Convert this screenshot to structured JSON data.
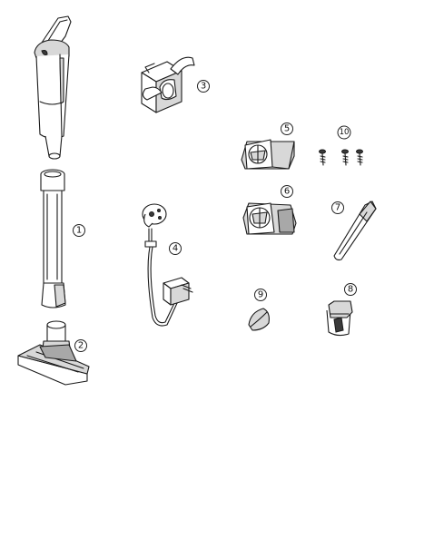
{
  "callouts": {
    "c1": "1",
    "c2": "2",
    "c3": "3",
    "c4": "4",
    "c5": "5",
    "c6": "6",
    "c7": "7",
    "c8": "8",
    "c9": "9",
    "c10": "10"
  },
  "parts": [
    {
      "id": "handheld-vacuum",
      "icon": "handheld-vacuum-icon"
    },
    {
      "id": "extension-wand",
      "callout": "1",
      "icon": "extension-wand-icon"
    },
    {
      "id": "floor-nozzle",
      "callout": "2",
      "icon": "floor-nozzle-icon"
    },
    {
      "id": "wall-mount-bracket",
      "callout": "3",
      "icon": "wall-bracket-icon"
    },
    {
      "id": "charger-adapter",
      "callout": "4",
      "icon": "charger-icon"
    },
    {
      "id": "filter-5",
      "callout": "5",
      "icon": "filter-icon"
    },
    {
      "id": "filter-6",
      "callout": "6",
      "icon": "filter-icon"
    },
    {
      "id": "crevice-tool",
      "callout": "7",
      "icon": "crevice-tool-icon"
    },
    {
      "id": "brush-tool",
      "callout": "8",
      "icon": "brush-icon"
    },
    {
      "id": "sponge",
      "callout": "9",
      "icon": "sponge-icon"
    },
    {
      "id": "screws",
      "callout": "10",
      "icon": "screw-icon"
    }
  ]
}
